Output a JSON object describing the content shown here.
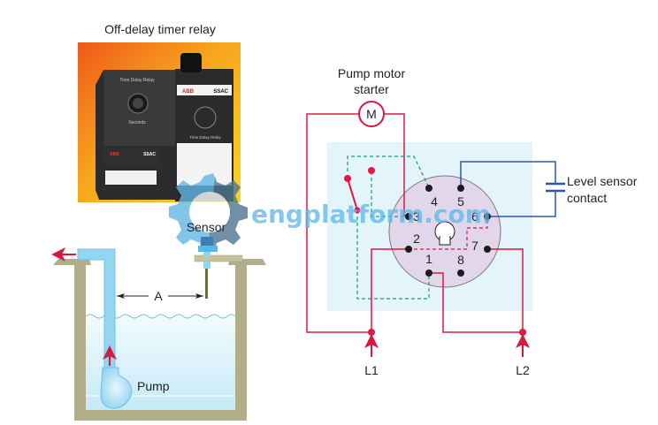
{
  "title": "Off-delay timer relay",
  "relay_photo": {
    "face_label": "Time Delay Relay",
    "units_label": "Seconds",
    "brand": "ABB",
    "model": "SSAC",
    "side_label": "Time Delay Relay"
  },
  "tank": {
    "sensor_label": "Sensor",
    "distance_label": "A",
    "pump_label": "Pump"
  },
  "circuit": {
    "motor_starter_label_line1": "Pump motor",
    "motor_starter_label_line2": "starter",
    "motor_symbol": "M",
    "level_sensor_label_line1": "Level sensor",
    "level_sensor_label_line2": "contact",
    "line1_label": "L1",
    "line2_label": "L2",
    "pins": [
      "1",
      "2",
      "3",
      "4",
      "5",
      "6",
      "7",
      "8"
    ]
  },
  "watermark": "engplatform.com",
  "colors": {
    "wire_red": "#d7193f",
    "wire_blue": "#2c5aa0",
    "dashed_green": "#1a9b7a",
    "panel_bg": "#e3f4fb",
    "socket_fill": "#e2d6ea",
    "tank_wall": "#b3ae8a",
    "water": "#cdeef9",
    "pipe": "#93d6f1"
  }
}
